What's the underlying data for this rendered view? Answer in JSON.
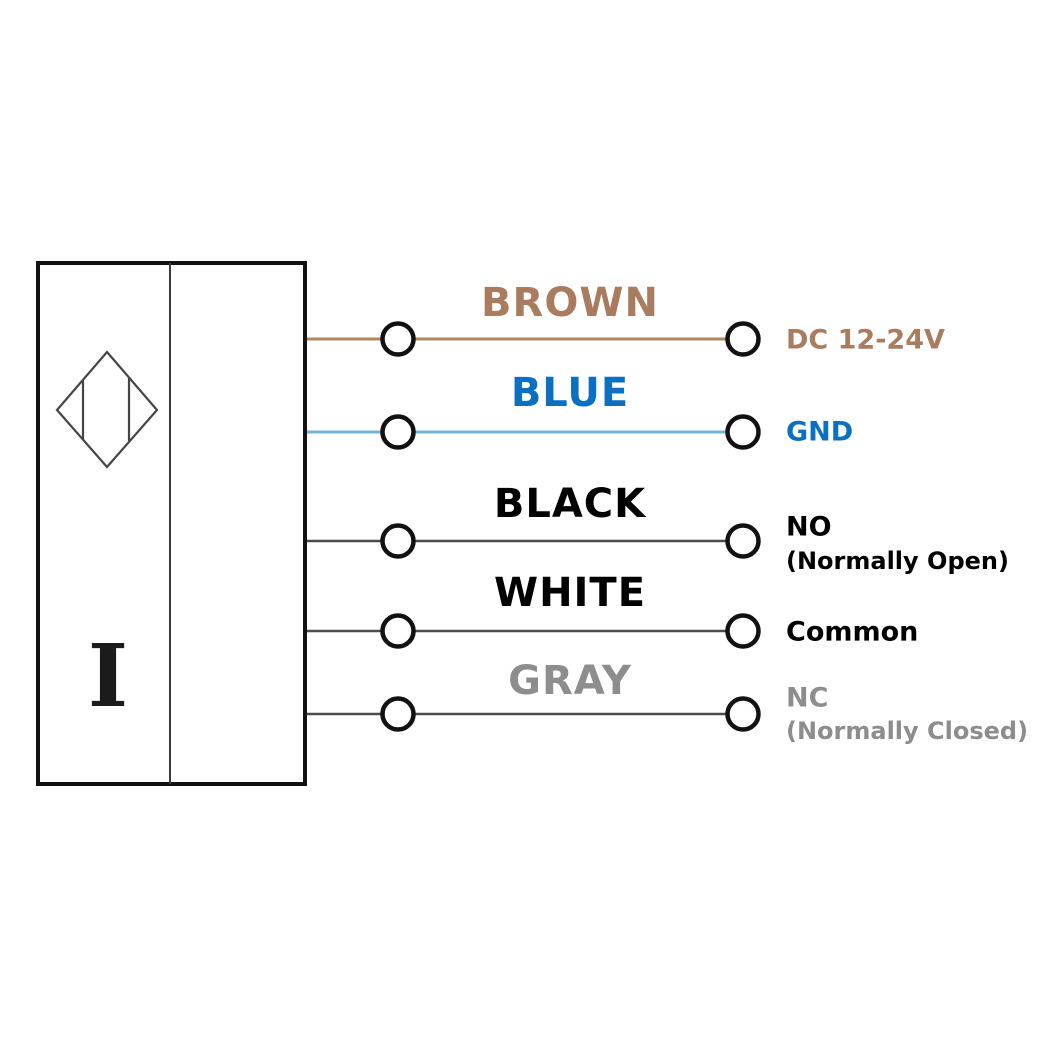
{
  "colors": {
    "brown_text": "#a97c5f",
    "brown_wire": "#b1875f",
    "blue_text": "#0c70c2",
    "blue_wire": "#72b4da",
    "black_text": "#000000",
    "gray_text": "#8d8d8d",
    "signal_wire": "#4c4c4c",
    "outline": "#111111",
    "divider": "#3c3c3c",
    "symbol_stroke": "#454545",
    "marking_color": "#1b1b1b"
  },
  "sensor": {
    "marking": "I",
    "symbol_icon": "diamond-sensor-symbol"
  },
  "rows": [
    {
      "wire": "BROWN",
      "terminal": "DC 12-24V"
    },
    {
      "wire": "BLUE",
      "terminal": "GND"
    },
    {
      "wire": "BLACK",
      "terminal": "NO",
      "terminal_note": "(Normally Open)"
    },
    {
      "wire": "WHITE",
      "terminal": "Common"
    },
    {
      "wire": "GRAY",
      "terminal": "NC",
      "terminal_note": "(Normally Closed)"
    }
  ]
}
